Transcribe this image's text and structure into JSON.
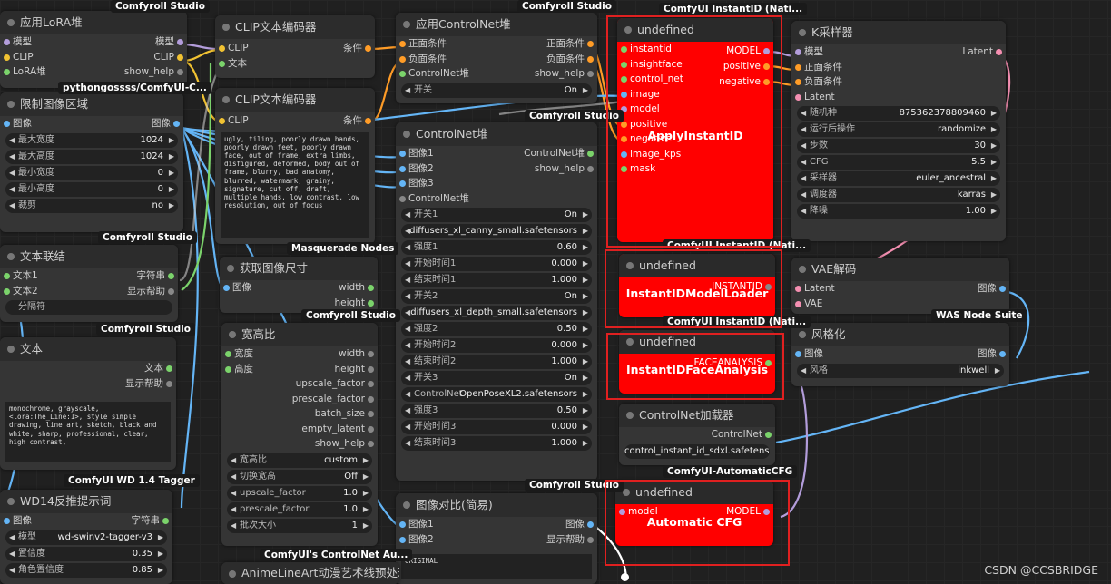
{
  "badges": {
    "lora": "Comfyroll Studio",
    "applycn": "Comfyroll Studio",
    "instantid_top": "ComfyUI InstantID (Nati...",
    "pythongossss": "pythongossss/ComfyUI-C...",
    "applycn_bottom": "Comfyroll Studio",
    "comfyroll_textconcat": "Comfyroll Studio",
    "masquerade": "Masquerade Nodes",
    "instantid_mid": "ComfyUI InstantID (Nati...",
    "comfyroll_text": "Comfyroll Studio",
    "comfyroll_getsize": "Comfyroll Studio",
    "instantid_mid2": "ComfyUI InstantID (Nati...",
    "was": "WAS Node Suite",
    "autocfg": "ComfyUI-AutomaticCFG",
    "wd14": "ComfyUI WD 1.4 Tagger",
    "comfyroll_compare": "Comfyroll Studio",
    "controlnet_aux": "ComfyUI's ControlNet Au..."
  },
  "lora": {
    "title": "应用LoRA堆",
    "in": [
      "模型",
      "CLIP",
      "LoRA堆"
    ],
    "out": [
      "模型",
      "CLIP",
      "show_help"
    ]
  },
  "clip1": {
    "title": "CLIP文本编码器",
    "in": [
      "CLIP",
      "文本"
    ],
    "out": [
      "条件"
    ]
  },
  "clip2": {
    "title": "CLIP文本编码器",
    "in": [
      "CLIP"
    ],
    "out": [
      "条件"
    ],
    "text": "ugly, tiling, poorly drawn hands, poorly drawn feet, poorly drawn face, out of frame, extra limbs, disfigured, deformed, body out of frame, blurry, bad anatomy, blurred, watermark, grainy, signature, cut off, draft, multiple hands, low contrast, low resolution, out of focus"
  },
  "applycn": {
    "title": "应用ControlNet堆",
    "rows": [
      [
        "正面条件",
        "正面条件"
      ],
      [
        "负面条件",
        "负面条件"
      ],
      [
        "ControlNet堆",
        "show_help"
      ]
    ],
    "widget_label": "开关",
    "widget_value": "On"
  },
  "instantid": {
    "title": "undefined",
    "inputs": [
      "instantid",
      "insightface",
      "control_net",
      "image",
      "model",
      "positive",
      "negative",
      "image_kps",
      "mask"
    ],
    "outputs": [
      "MODEL",
      "positive",
      "negative"
    ],
    "label": "ApplyInstantID"
  },
  "ksampler": {
    "title": "K采样器",
    "inputs": [
      "模型",
      "正面条件",
      "负面条件",
      "Latent"
    ],
    "output": "Latent",
    "widgets": [
      {
        "label": "随机种",
        "value": "875362378809460"
      },
      {
        "label": "运行后操作",
        "value": "randomize"
      },
      {
        "label": "步数",
        "value": "30"
      },
      {
        "label": "CFG",
        "value": "5.5"
      },
      {
        "label": "采样器",
        "value": "euler_ancestral"
      },
      {
        "label": "调度器",
        "value": "karras"
      },
      {
        "label": "降噪",
        "value": "1.00"
      }
    ]
  },
  "limitarea": {
    "title": "限制图像区域",
    "in": "图像",
    "out": "图像",
    "widgets": [
      {
        "label": "最大宽度",
        "value": "1024"
      },
      {
        "label": "最大高度",
        "value": "1024"
      },
      {
        "label": "最小宽度",
        "value": "0"
      },
      {
        "label": "最小高度",
        "value": "0"
      },
      {
        "label": "裁剪",
        "value": "no"
      }
    ]
  },
  "cnstack": {
    "title": "ControlNet堆",
    "rows": [
      [
        "图像1",
        "ControlNet堆"
      ],
      [
        "图像2",
        "show_help"
      ],
      [
        "图像3",
        ""
      ],
      [
        "ControlNet堆",
        ""
      ]
    ],
    "widgets": [
      {
        "label": "开关1",
        "value": "On"
      },
      {
        "label": "",
        "value": "diffusers_xl_canny_small.safetensors"
      },
      {
        "label": "强度1",
        "value": "0.60"
      },
      {
        "label": "开始时间1",
        "value": "0.000"
      },
      {
        "label": "结束时间1",
        "value": "1.000"
      },
      {
        "label": "开关2",
        "value": "On"
      },
      {
        "label": "",
        "value": "diffusers_xl_depth_small.safetensors"
      },
      {
        "label": "强度2",
        "value": "0.50"
      },
      {
        "label": "开始时间2",
        "value": "0.000"
      },
      {
        "label": "结束时间2",
        "value": "1.000"
      },
      {
        "label": "开关3",
        "value": "On"
      },
      {
        "label": "ControlNet",
        "value": "OpenPoseXL2.safetensors"
      },
      {
        "label": "强度3",
        "value": "0.50"
      },
      {
        "label": "开始时间3",
        "value": "0.000"
      },
      {
        "label": "结束时间3",
        "value": "1.000"
      }
    ]
  },
  "textconcat": {
    "title": "文本联结",
    "rows": [
      [
        "文本1",
        "字符串"
      ],
      [
        "文本2",
        "显示帮助"
      ]
    ],
    "widget_value": "分隔符"
  },
  "getsize": {
    "title": "获取图像尺寸",
    "in": "图像",
    "out": [
      "width",
      "height"
    ]
  },
  "modelloader": {
    "title": "undefined",
    "out": "INSTANTID",
    "label": "InstantIDModelLoader"
  },
  "vaedecode": {
    "title": "VAE解码",
    "in": [
      "Latent",
      "VAE"
    ],
    "out": "图像"
  },
  "text": {
    "title": "文本",
    "out": [
      "文本",
      "显示帮助"
    ],
    "text": "monochrome, grayscale, <lora:The_Line:1>, style simple drawing, line art, sketch, black and white, sharp, professional, clear, high contrast,"
  },
  "aspect": {
    "title": "宽高比",
    "in": [
      "宽度",
      "高度"
    ],
    "out": [
      "width",
      "height",
      "upscale_factor",
      "prescale_factor",
      "batch_size",
      "empty_latent",
      "show_help"
    ],
    "widgets": [
      {
        "label": "宽高比",
        "value": "custom"
      },
      {
        "label": "切换宽高",
        "value": "Off"
      },
      {
        "label": "upscale_factor",
        "value": "1.0"
      },
      {
        "label": "prescale_factor",
        "value": "1.0"
      },
      {
        "label": "批次大小",
        "value": "1"
      }
    ]
  },
  "faceanalysis": {
    "title": "undefined",
    "out": "FACEANALYSIS",
    "label": "InstantIDFaceAnalysis"
  },
  "style": {
    "title": "风格化",
    "in": "图像",
    "out": "图像",
    "widget_label": "风格",
    "widget_value": "inkwell"
  },
  "cnloader": {
    "title": "ControlNet加载器",
    "out": "ControlNet",
    "widget_value": "control_instant_id_sdxl.safetensors"
  },
  "wd14": {
    "title": "WD14反推提示词",
    "in": "图像",
    "out": "字符串",
    "widgets": [
      {
        "label": "模型",
        "value": "wd-swinv2-tagger-v3"
      },
      {
        "label": "置信度",
        "value": "0.35"
      },
      {
        "label": "角色置信度",
        "value": "0.85"
      }
    ]
  },
  "compare": {
    "title": "图像对比(简易)",
    "rows": [
      [
        "图像1",
        "图像"
      ],
      [
        "图像2",
        "显示帮助"
      ]
    ],
    "text": "ORIGINAL"
  },
  "autocfg": {
    "title": "undefined",
    "in": "model",
    "out": "MODEL",
    "label": "Automatic CFG"
  },
  "animeline": {
    "title": "AnimeLineArt动漫艺术线预处理器"
  },
  "watermark": "CSDN @CCSBRIDGE"
}
